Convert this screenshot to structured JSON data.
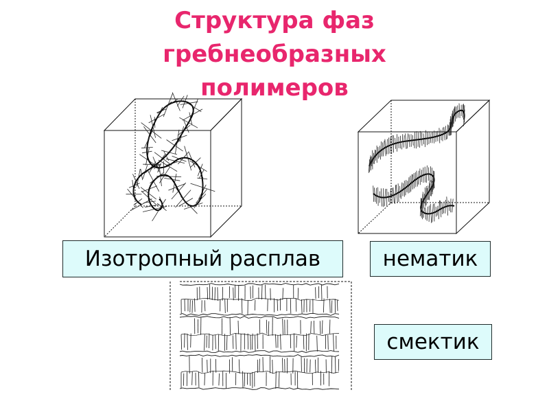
{
  "slide": {
    "title_lines": [
      "Структура фаз",
      "гребнеобразных",
      "полимеров"
    ],
    "title_color": "#e8266d",
    "label_bg_color": "#ddfbfb"
  },
  "phases": [
    {
      "id": "isotropic",
      "label": "Изотропный расплав"
    },
    {
      "id": "nematic",
      "label": "нематик"
    },
    {
      "id": "smectic",
      "label": "смектик"
    }
  ]
}
